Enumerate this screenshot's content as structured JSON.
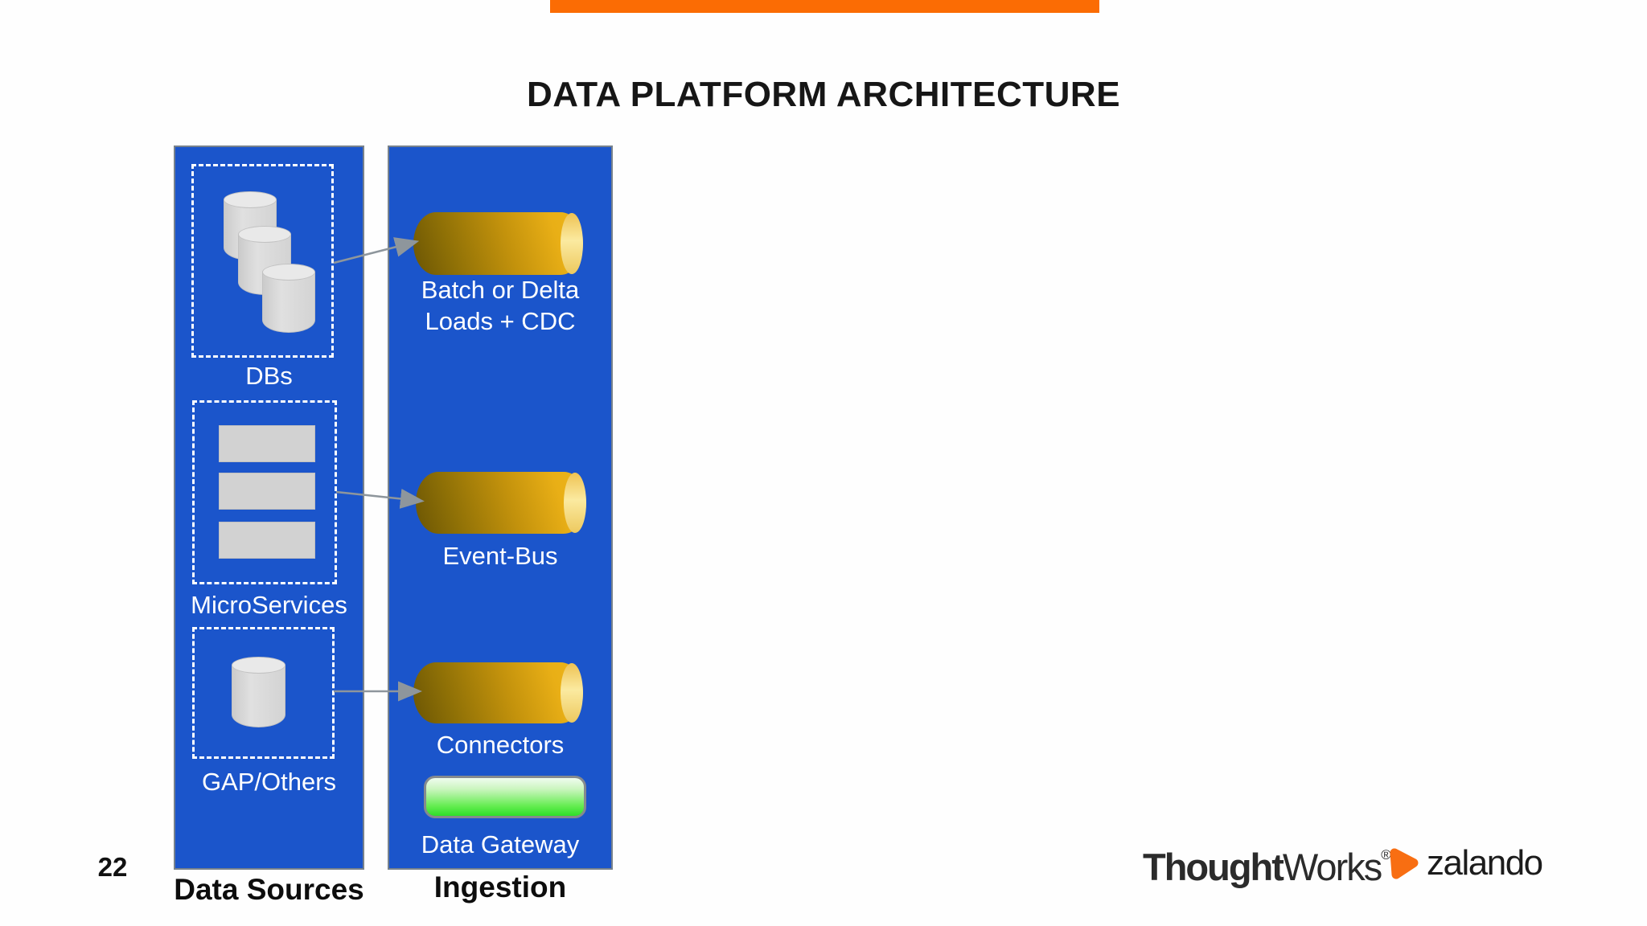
{
  "slide": {
    "title": "DATA PLATFORM ARCHITECTURE",
    "page_number": "22"
  },
  "data_sources_column": {
    "label": "Data Sources",
    "groups": [
      {
        "label": "DBs"
      },
      {
        "label": "MicroServices"
      },
      {
        "label": "GAP/Others"
      }
    ]
  },
  "ingestion_column": {
    "label": "Ingestion",
    "items": [
      {
        "line1": "Batch or Delta",
        "line2": "Loads + CDC"
      },
      {
        "label": "Event-Bus"
      },
      {
        "label": "Connectors"
      },
      {
        "label": "Data Gateway"
      }
    ]
  },
  "footer": {
    "thoughtworks_bold": "Thought",
    "thoughtworks_regular": "Works",
    "registered": "®",
    "zalando": "zalando"
  },
  "icons": {
    "dbs": "database-stack-icon",
    "microservices": "service-blocks-icon",
    "gap_others": "database-icon",
    "batch_loads": "pipeline-cylinder-icon",
    "event_bus": "pipeline-cylinder-icon",
    "connectors": "pipeline-cylinder-icon",
    "data_gateway": "gateway-bar-icon",
    "zalando_logo": "zalando-triangle-icon"
  },
  "colors": {
    "accent_orange": "#FB6C04",
    "column_blue": "#1B55CB",
    "pipeline_gold": "#D9A312",
    "gateway_green": "#2EDE29",
    "arrow_gray": "#8E969C"
  }
}
